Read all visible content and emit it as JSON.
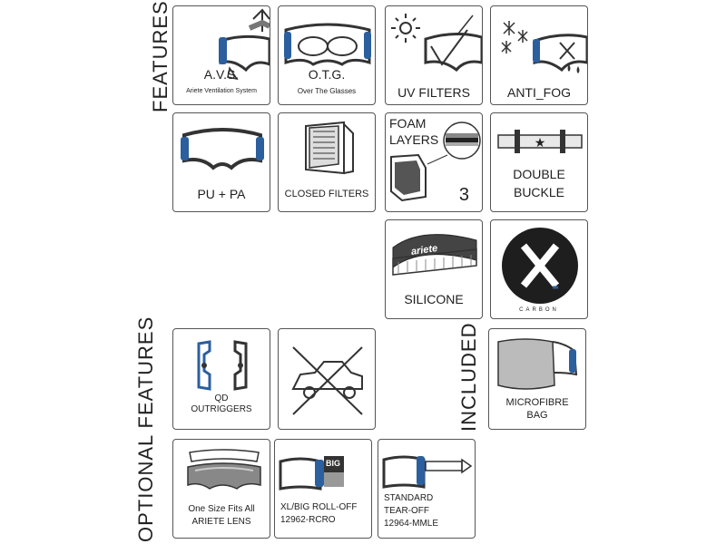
{
  "labels": {
    "features": "FEATURES",
    "optional": "OPTIONAL FEATURES",
    "included": "INCLUDED"
  },
  "tiles": {
    "avs": {
      "title": "A.V.S.",
      "subtitle": "Ariete Ventilation System",
      "icon": "goggle-vent-icon"
    },
    "otg": {
      "title": "O.T.G.",
      "subtitle": "Over The Glasses",
      "icon": "goggle-glasses-icon"
    },
    "uv": {
      "title": "UV FILTERS",
      "icon": "sun-goggle-icon"
    },
    "antifog": {
      "title": "ANTI_FOG",
      "icon": "snowflake-goggle-icon"
    },
    "pupa": {
      "title": "PU + PA",
      "icon": "goggle-frame-icon"
    },
    "closed": {
      "title": "CLOSED FILTERS",
      "icon": "filter-icon"
    },
    "foam": {
      "title_line1": "FOAM",
      "title_line2": "LAYERS",
      "count": "3",
      "icon": "foam-layers-icon"
    },
    "buckle": {
      "title_line1": "DOUBLE",
      "title_line2": "BUCKLE",
      "icon": "strap-buckle-icon"
    },
    "silicone": {
      "title": "SILICONE",
      "brand": "ariete",
      "icon": "silicone-strap-icon"
    },
    "carbon": {
      "word": "CARBON",
      "icon": "carbon-x-icon"
    },
    "qd": {
      "title_line1": "QD",
      "title_line2": "OUTRIGGERS",
      "icon": "outrigger-icon"
    },
    "nocar": {
      "icon": "no-car-icon"
    },
    "bag": {
      "title_line1": "MICROFIBRE",
      "title_line2": "BAG",
      "icon": "bag-icon"
    },
    "lens": {
      "title_line1": "One Size Fits All",
      "title_line2": "ARIETE LENS",
      "icon": "lens-icon"
    },
    "rolloff": {
      "title_line1": "XL/BIG ROLL-OFF",
      "title_line2": "12962-RCRO",
      "badge": "BIG",
      "icon": "roll-off-icon"
    },
    "tearoff": {
      "title_line1": "STANDARD",
      "title_line2": "TEAR-OFF",
      "title_line3": "12964-MMLE",
      "icon": "tear-off-icon"
    }
  }
}
